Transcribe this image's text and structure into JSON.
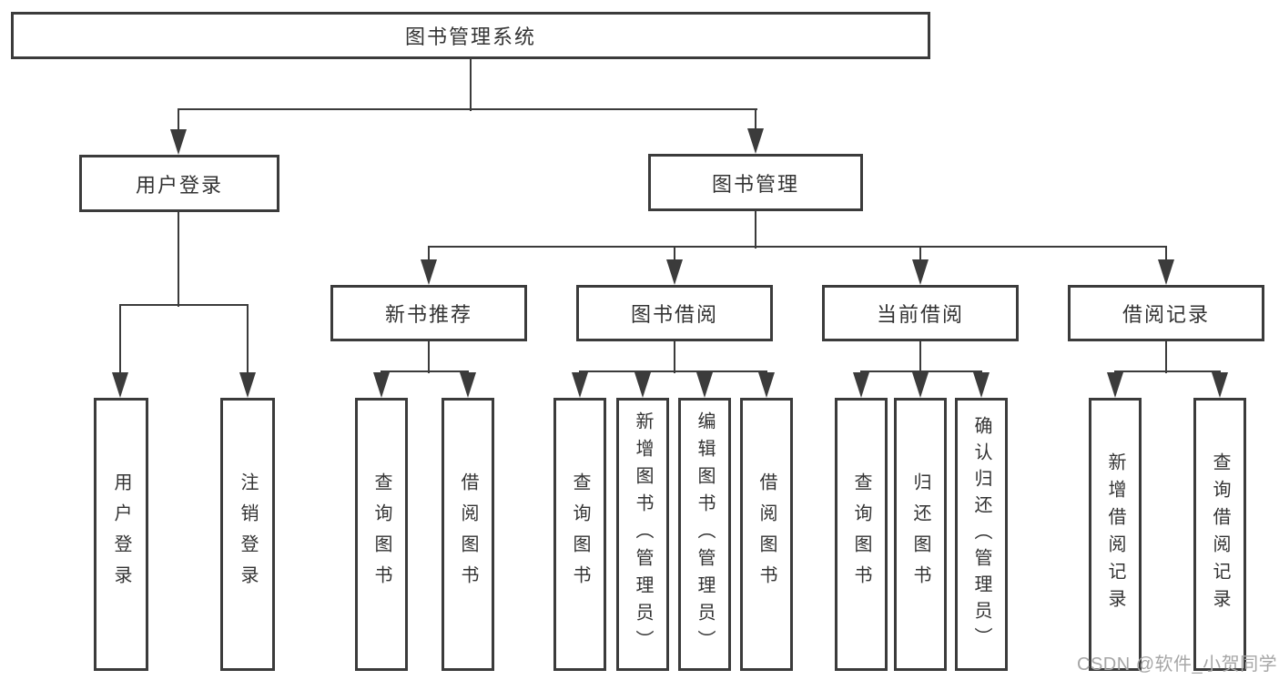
{
  "tree": {
    "label": "图书管理系统",
    "children": [
      {
        "label": "用户登录",
        "children": [
          {
            "label": "用户登录"
          },
          {
            "label": "注销登录"
          }
        ]
      },
      {
        "label": "图书管理",
        "children": [
          {
            "label": "新书推荐",
            "children": [
              {
                "label": "查询图书"
              },
              {
                "label": "借阅图书"
              }
            ]
          },
          {
            "label": "图书借阅",
            "children": [
              {
                "label": "查询图书"
              },
              {
                "label": "新增图书（管理员）"
              },
              {
                "label": "编辑图书（管理员）"
              },
              {
                "label": "借阅图书"
              }
            ]
          },
          {
            "label": "当前借阅",
            "children": [
              {
                "label": "查询图书"
              },
              {
                "label": "归还图书"
              },
              {
                "label": "确认归还（管理员）"
              }
            ]
          },
          {
            "label": "借阅记录",
            "children": [
              {
                "label": "新增借阅记录"
              },
              {
                "label": "查询借阅记录"
              }
            ]
          }
        ]
      }
    ]
  },
  "watermark": {
    "text": "CSDN @软件_小贺同学"
  },
  "colors": {
    "line": "#3b3b3b",
    "text": "#333333",
    "background": "#ffffff",
    "watermark": "#a6a6a6"
  }
}
